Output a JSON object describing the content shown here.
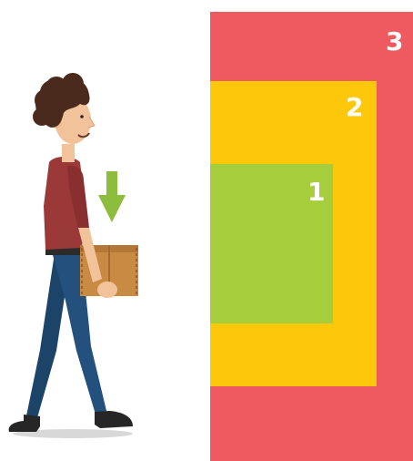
{
  "layers": [
    {
      "number": "3",
      "color": "#ee5a5f"
    },
    {
      "number": "2",
      "color": "#fec80a"
    },
    {
      "number": "1",
      "color": "#a5cd3c"
    }
  ],
  "figure": {
    "subject": "person-carrying-box-icon",
    "arrow": "down-arrow-icon",
    "arrow_color": "#8dbd3d"
  }
}
